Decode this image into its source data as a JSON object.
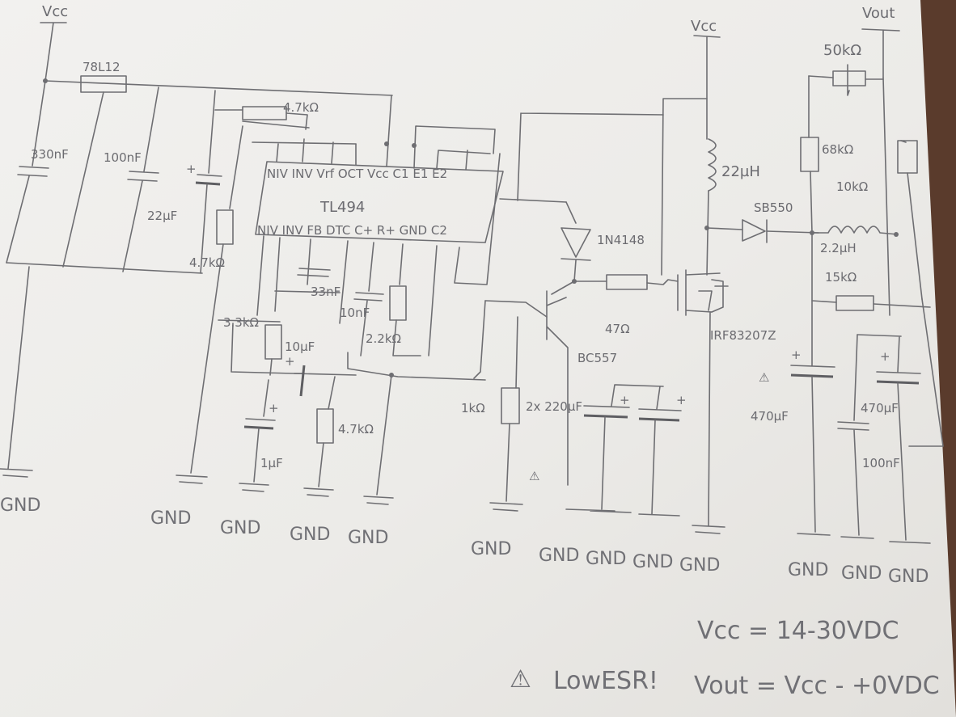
{
  "rails": {
    "vcc_left": "Vcc",
    "vcc_right": "Vcc",
    "vout": "Vout"
  },
  "ic": {
    "name": "TL494",
    "top_pins": "NIV INV Vrf OCT Vcc C1 E1 E2",
    "bottom_pins": "NIV INV FB DTC C+ R+ GND C2"
  },
  "components": {
    "reg": "78L12",
    "c330n": "330nF",
    "c100n_a": "100nF",
    "c22u": "22µF",
    "r47k_top": "4.7kΩ",
    "r47k_left": "4.7kΩ",
    "c33n": "33nF",
    "c10n": "10nF",
    "r22k": "2.2kΩ",
    "r33k": "3.3kΩ",
    "c10u": "10µF",
    "c1u": "1µF",
    "r47k_bottom": "4.7kΩ",
    "r1k": "1kΩ",
    "c220u": "2x 220µF",
    "diode_sig": "1N4148",
    "r47": "47Ω",
    "bjt": "BC557",
    "inductor_main": "22µH",
    "schottky": "SB550",
    "mosfet": "IRF83207Z",
    "pot": "50kΩ",
    "r68k": "68kΩ",
    "r10k": "10kΩ",
    "inductor_out": "2.2µH",
    "r15k": "15kΩ",
    "c470u_a": "470µF",
    "c470u_b": "470µF",
    "c100n_b": "100nF"
  },
  "ground": "GND",
  "notes": {
    "warning_symbol": "⚠",
    "low_esr": "LowESR!",
    "vcc_range": "Vcc = 14-30VDC",
    "vout_formula": "Vout = Vcc - +0VDC"
  }
}
